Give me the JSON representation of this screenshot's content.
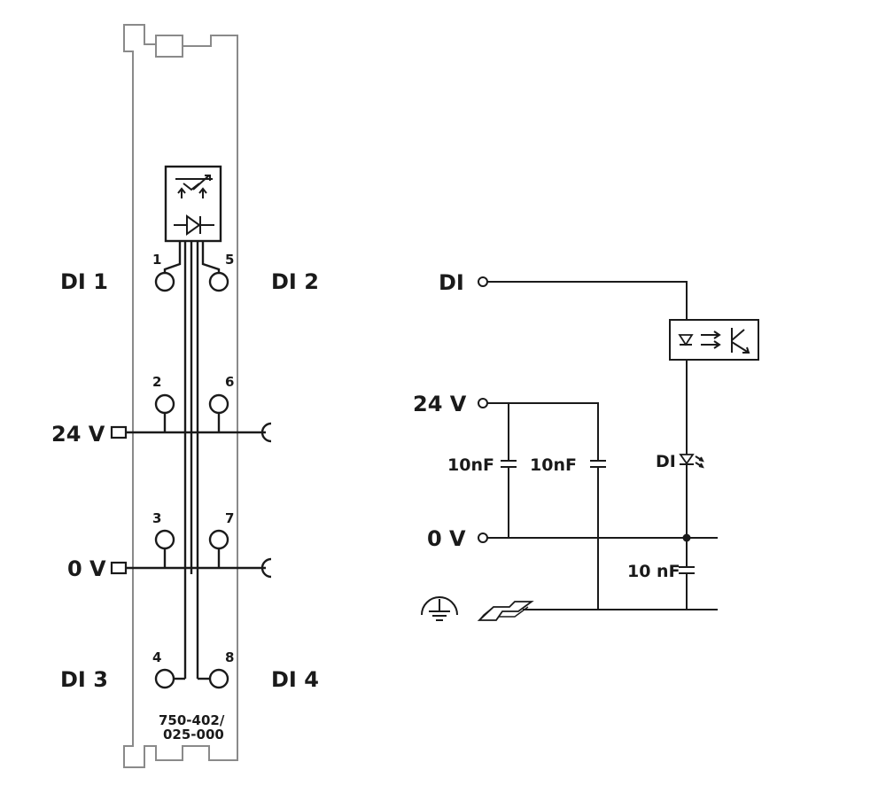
{
  "module": {
    "part_number_line1": "750-402/",
    "part_number_line2": "025-000",
    "terminals": [
      "1",
      "2",
      "3",
      "4",
      "5",
      "6",
      "7",
      "8"
    ],
    "labels": {
      "di1": "DI 1",
      "di2": "DI 2",
      "di3": "DI 3",
      "di4": "DI 4",
      "v24": "24 V",
      "v0": "0 V"
    }
  },
  "schematic": {
    "di_label": "DI",
    "v24_label": "24 V",
    "v0_label": "0 V",
    "cap1_label": "10nF",
    "cap2_label": "10nF",
    "cap3_label": "10 nF",
    "led_label": "DI"
  }
}
